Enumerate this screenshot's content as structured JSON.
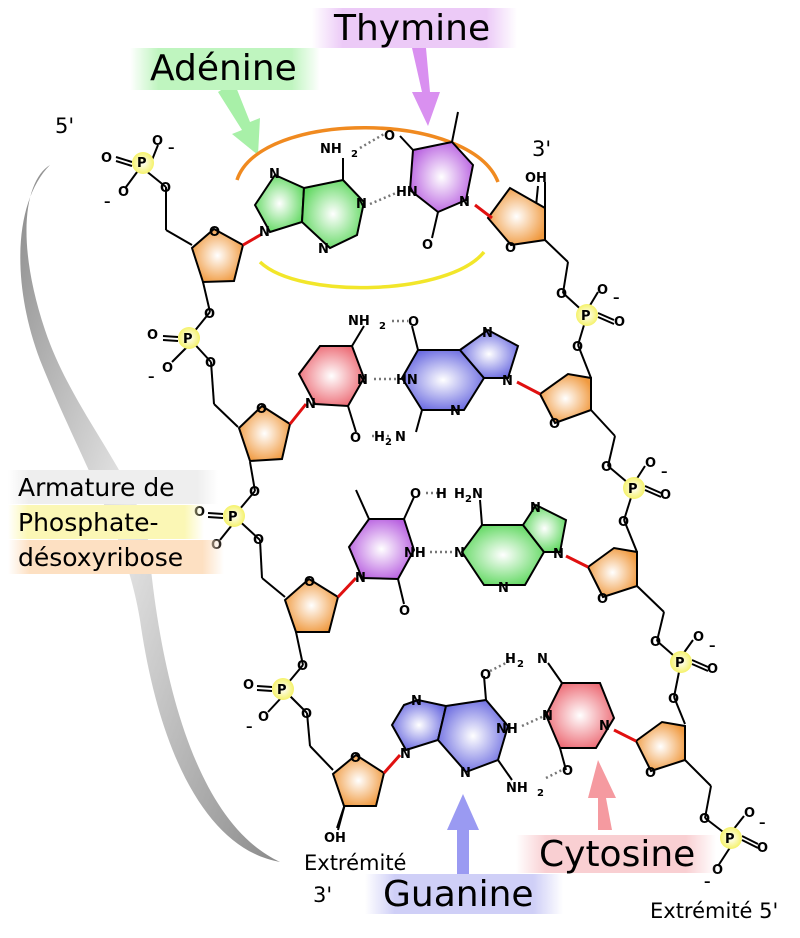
{
  "labels": {
    "adenine": "Adénine",
    "thymine": "Thymine",
    "guanine": "Guanine",
    "cytosine": "Cytosine",
    "five_prime": "5'",
    "three_prime": "3'",
    "backbone_line1": "Armature de",
    "backbone_line2": "Phosphate-",
    "backbone_line3": "désoxyribose",
    "end3_line1": "Extrémité",
    "end3_line2": "3'",
    "end5": "Extrémité 5'"
  },
  "atoms": {
    "N": "N",
    "O": "O",
    "P": "P",
    "NH": "NH",
    "HN": "HN",
    "OH": "OH",
    "NH2": "NH",
    "H2N_H": "H",
    "H2N_N": "N",
    "H2": "H",
    "sub2": "2",
    "minus": "–"
  },
  "colors": {
    "adenine": "#7be07b",
    "thymine": "#c77ae6",
    "guanine": "#7f7fe8",
    "cytosine": "#f07a82",
    "sugar": "#f0a050",
    "phosphate": "#f5f26a",
    "glycosidic_bond": "#e01010",
    "orange_arc": "#f08a20",
    "yellow_arc": "#f2e62a"
  },
  "base_pairs": [
    {
      "left": "Adénine",
      "right": "Thymine"
    },
    {
      "left": "Cytosine",
      "right": "Guanine"
    },
    {
      "left": "Thymine",
      "right": "Adénine"
    },
    {
      "left": "Guanine",
      "right": "Cytosine"
    }
  ]
}
